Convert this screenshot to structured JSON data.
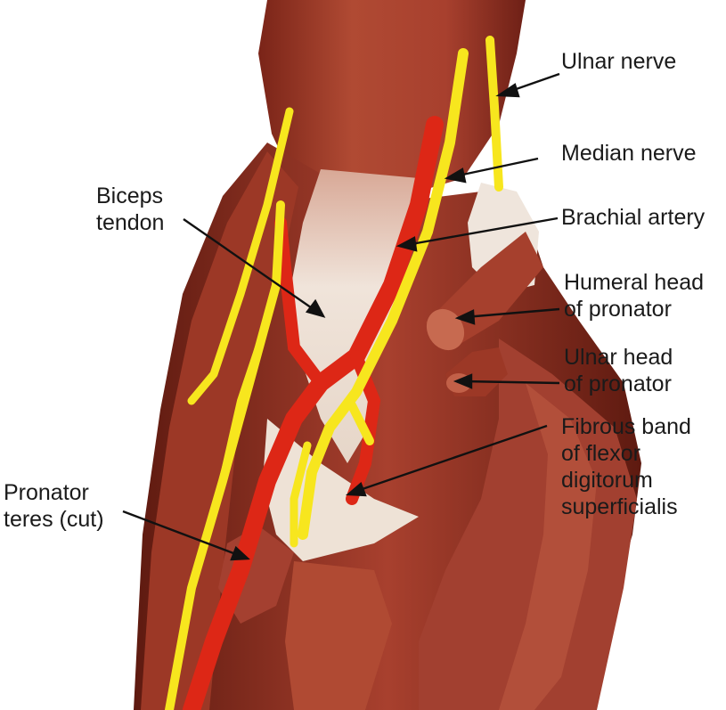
{
  "figure": {
    "colors": {
      "muscle": "#a8402e",
      "muscle_dark": "#7a2418",
      "muscle_light": "#c8654c",
      "tendon": "#ead9cc",
      "nerve": "#f7e61e",
      "artery": "#dd2716",
      "leader": "#111111",
      "background": "#ffffff"
    },
    "labels": {
      "ulnar_nerve": "Ulnar nerve",
      "median_nerve": "Median nerve",
      "brachial_artery": "Brachial artery",
      "biceps_tendon": [
        "Biceps",
        "tendon"
      ],
      "humeral_head": [
        "Humeral head",
        "of pronator"
      ],
      "ulnar_head": [
        "Ulnar head",
        "of pronator"
      ],
      "fibrous_band": [
        "Fibrous band",
        "of flexor",
        "digitorum",
        "superficialis"
      ],
      "pronator_teres": [
        "Pronator",
        "teres (cut)"
      ]
    }
  }
}
